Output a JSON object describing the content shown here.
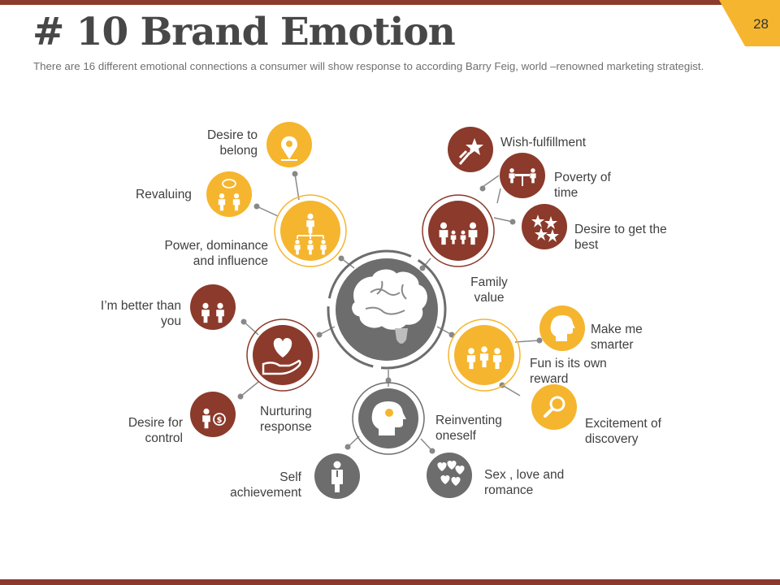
{
  "page": {
    "number": "28"
  },
  "header": {
    "title": "# 10 Brand Emotion",
    "subtitle": "There are 16 different emotional connections a consumer will show response to according Barry Feig, world –renowned marketing strategist."
  },
  "colors": {
    "brown": "#8b3a2b",
    "yellow": "#f5b52e",
    "gray": "#6d6d6d",
    "text": "#404040",
    "subtitle": "#707070",
    "connector": "#888888"
  },
  "hubs": [
    {
      "name": "power-hub",
      "color": "yellow",
      "icon": "org-chart-icon"
    },
    {
      "name": "family-hub",
      "color": "brown",
      "icon": "family-icon"
    },
    {
      "name": "nurturing-hub",
      "color": "brown",
      "icon": "heart-hand-icon"
    },
    {
      "name": "fun-hub",
      "color": "yellow",
      "icon": "friends-icon"
    },
    {
      "name": "reinventing-hub",
      "color": "gray",
      "icon": "head-idea-icon"
    }
  ],
  "center": {
    "icon": "brain-icon"
  },
  "emotions": {
    "desire_to_belong": {
      "line1": "Desire to",
      "line2": "belong",
      "icon": "location-pin-icon"
    },
    "revaluing": {
      "line1": "Revaluing",
      "icon": "people-talk-icon"
    },
    "power": {
      "line1": "Power, dominance",
      "line2": "and influence"
    },
    "wish": {
      "line1": "Wish-fulfillment",
      "icon": "shooting-star-icon"
    },
    "poverty": {
      "line1": "Poverty of",
      "line2": "time",
      "icon": "meeting-table-icon"
    },
    "best": {
      "line1": "Desire to get the",
      "line2": "best",
      "icon": "stars-icon"
    },
    "family": {
      "line1": "Family",
      "line2": "value"
    },
    "better": {
      "line1": "I’m better than",
      "line2": "you",
      "icon": "couple-icon"
    },
    "smarter": {
      "line1": "Make me",
      "line2": "smarter",
      "icon": "head-profile-icon"
    },
    "fun": {
      "line1": "Fun is its own",
      "line2": "reward"
    },
    "control": {
      "line1": "Desire for",
      "line2": "control",
      "icon": "money-person-icon"
    },
    "nurturing": {
      "line1": "Nurturing",
      "line2": "response"
    },
    "reinventing": {
      "line1": "Reinventing",
      "line2": "oneself"
    },
    "excitement": {
      "line1": "Excitement of",
      "line2": "discovery",
      "icon": "magnifier-icon"
    },
    "self": {
      "line1": "Self",
      "line2": "achievement",
      "icon": "businessman-icon"
    },
    "sex": {
      "line1": "Sex , love and",
      "line2": "romance",
      "icon": "hearts-icon"
    }
  }
}
